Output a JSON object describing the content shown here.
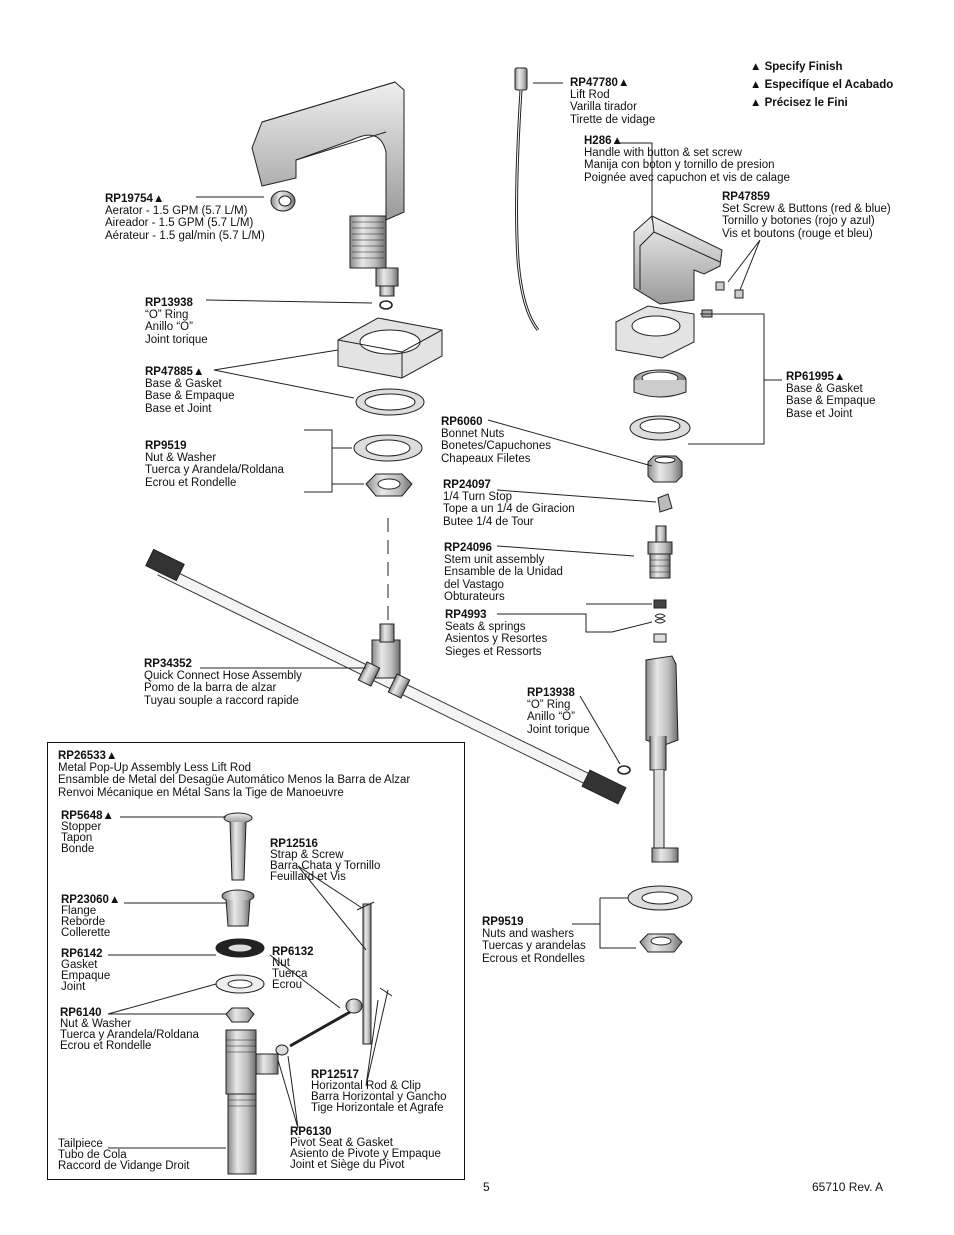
{
  "legend": [
    "▲ Specify Finish",
    "▲ Especifíque el Acabado",
    "▲ Précisez le Fini"
  ],
  "parts": {
    "rp47780": {
      "number": "RP47780▲",
      "lines": [
        "Lift Rod",
        "Varilla tirador",
        "Tirette de vidage"
      ]
    },
    "h286": {
      "number": "H286▲",
      "lines": [
        "Handle with button & set screw",
        "Manija con boton y tornillo de presion",
        "Poignée avec capuchon et vis de calage"
      ]
    },
    "rp47859": {
      "number": "RP47859",
      "lines": [
        "Set Screw & Buttons (red & blue)",
        "Tornillo y botones (rojo y azul)",
        "Vis et boutons (rouge et bleu)"
      ]
    },
    "rp19754": {
      "number": "RP19754▲",
      "lines": [
        "Aerator - 1.5 GPM (5.7 L/M)",
        "Aireador - 1.5 GPM (5.7 L/M)",
        "Aérateur - 1.5 gal/min (5.7 L/M)"
      ]
    },
    "rp13938a": {
      "number": "RP13938",
      "lines": [
        "“O” Ring",
        "Anillo “O”",
        "Joint torique"
      ]
    },
    "rp47885": {
      "number": "RP47885▲",
      "lines": [
        "Base & Gasket",
        "Base & Empaque",
        "Base et Joint"
      ]
    },
    "rp61995": {
      "number": "RP61995▲",
      "lines": [
        "Base & Gasket",
        "Base & Empaque",
        "Base et Joint"
      ]
    },
    "rp9519a": {
      "number": "RP9519",
      "lines": [
        "Nut & Washer",
        "Tuerca y Arandela/Roldana",
        "Ecrou et Rondelle"
      ]
    },
    "rp6060": {
      "number": "RP6060",
      "lines": [
        "Bonnet Nuts",
        "Bonetes/Capuchones",
        "Chapeaux Filetes"
      ]
    },
    "rp24097": {
      "number": "RP24097",
      "lines": [
        "1/4 Turn Stop",
        "Tope a un 1/4 de Giracion",
        "Butee 1/4 de Tour"
      ]
    },
    "rp24096": {
      "number": "RP24096",
      "lines": [
        "Stem unit assembly",
        "Ensamble de la Unidad",
        "del Vastago",
        "Obturateurs"
      ]
    },
    "rp4993": {
      "number": "RP4993",
      "lines": [
        "Seats & springs",
        "Asientos y Resortes",
        "Sieges et Ressorts"
      ]
    },
    "rp34352": {
      "number": "RP34352",
      "lines": [
        "Quick Connect Hose Assembly",
        "Pomo de la barra de alzar",
        "Tuyau souple a raccord rapide"
      ]
    },
    "rp13938b": {
      "number": "RP13938",
      "lines": [
        "“O” Ring",
        "Anillo “O”",
        "Joint torique"
      ]
    },
    "rp26533": {
      "number": "RP26533▲",
      "lines": [
        "Metal Pop-Up Assembly Less Lift Rod",
        "Ensamble de Metal del Desagüe Automático Menos la Barra de Alzar",
        "Renvoi Mécanique en Métal Sans la Tige de Manoeuvre"
      ]
    },
    "rp5648": {
      "number": "RP5648▲",
      "lines": [
        "Stopper",
        "Tapon",
        "Bonde"
      ]
    },
    "rp12516": {
      "number": "RP12516",
      "lines": [
        "Strap & Screw",
        "Barra Chata y Tornillo",
        "Feuillard et Vis"
      ]
    },
    "rp23060": {
      "number": "RP23060▲",
      "lines": [
        "Flange",
        "Reborde",
        "Collerette"
      ]
    },
    "rp6142": {
      "number": "RP6142",
      "lines": [
        "Gasket",
        "Empaque",
        "Joint"
      ]
    },
    "rp6132": {
      "number": "RP6132",
      "lines": [
        "Nut",
        "Tuerca",
        "Ecrou"
      ]
    },
    "rp6140": {
      "number": "RP6140",
      "lines": [
        "Nut & Washer",
        "Tuerca y Arandela/Roldana",
        "Ecrou et Rondelle"
      ]
    },
    "rp12517": {
      "number": "RP12517",
      "lines": [
        "Horizontal Rod & Clip",
        "Barra Horizontal y Gancho",
        "Tige Horizontale et Agrafe"
      ]
    },
    "rp6130": {
      "number": "RP6130",
      "lines": [
        "Pivot Seat & Gasket",
        "Asiento de Pivote y Empaque",
        "Joint et Siège du Pivot"
      ]
    },
    "tailpiece": {
      "number": "",
      "lines": [
        "Tailpiece",
        "Tubo de Cola",
        "Raccord de Vidange Droit"
      ]
    },
    "rp9519b": {
      "number": "RP9519",
      "lines": [
        "Nuts and washers",
        "Tuercas y arandelas",
        "Ecrous et Rondelles"
      ]
    }
  },
  "footer": {
    "page": "5",
    "doc": "65710   Rev. A"
  }
}
